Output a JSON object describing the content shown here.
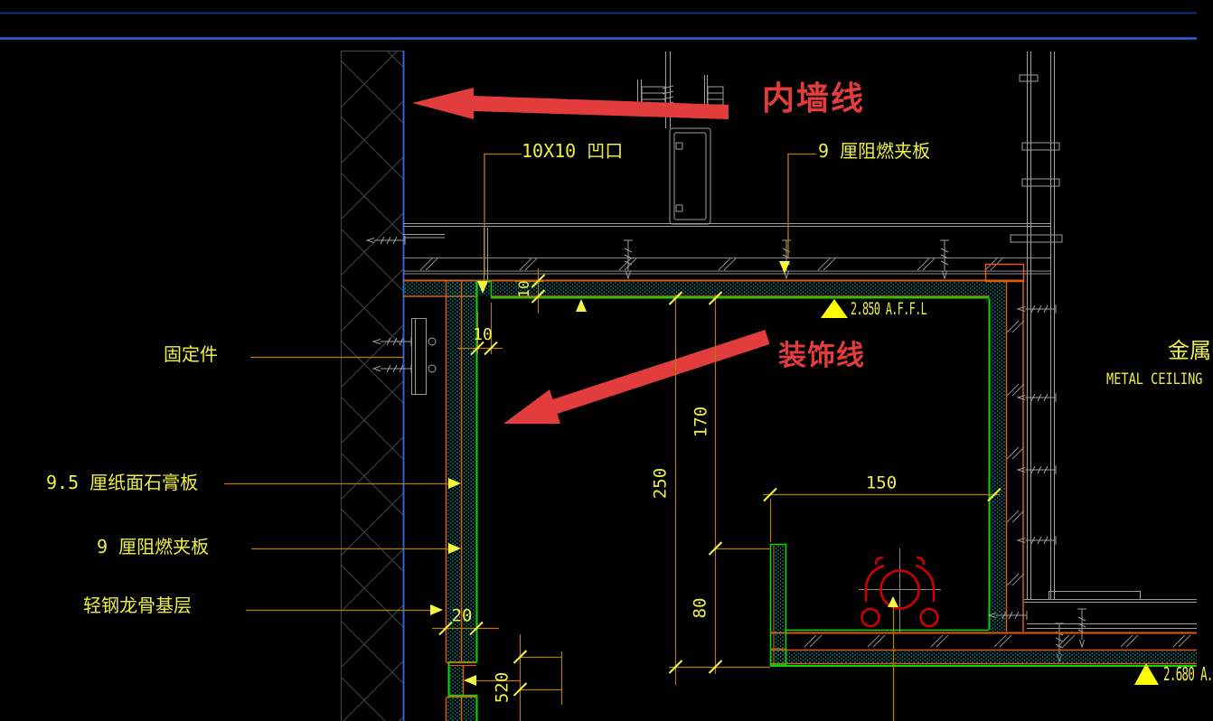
{
  "drawing": {
    "labels": {
      "inner_wall_line": "内墙线",
      "decoration_line": "装饰线",
      "notch_callout": "10X10 凹口",
      "plywood_top_callout": "9 厘阻燃夹板",
      "fixture_callout": "固定件",
      "gypsum_callout": "9.5 厘纸面石膏板",
      "plywood_left_callout": "9 厘阻燃夹板",
      "keel_callout": "轻钢龙骨基层",
      "metal_ceiling_cn": "金属",
      "metal_ceiling_en": "METAL CEILING",
      "level_upper": "2.850 A.F.F.L",
      "level_lower": "2.680 A."
    },
    "dimensions": {
      "board_thickness": "10",
      "notch_width": "10",
      "drop_170": "170",
      "drop_250": "250",
      "drop_80": "80",
      "pocket_width": "150",
      "wall_lining_thickness": "20",
      "bottom_detail": "520"
    },
    "colors": {
      "background": "#000000",
      "wall_face_blue": "#2f62d8",
      "board_orange": "#e05a10",
      "dim_orange": "#b57d00",
      "cad_yellow": "#f0f046",
      "decor_green": "#00dd00",
      "stipple_cyan": "#00b4b4",
      "annotation_red": "#e23c3c",
      "structure_gray": "#9e9e9e"
    }
  }
}
